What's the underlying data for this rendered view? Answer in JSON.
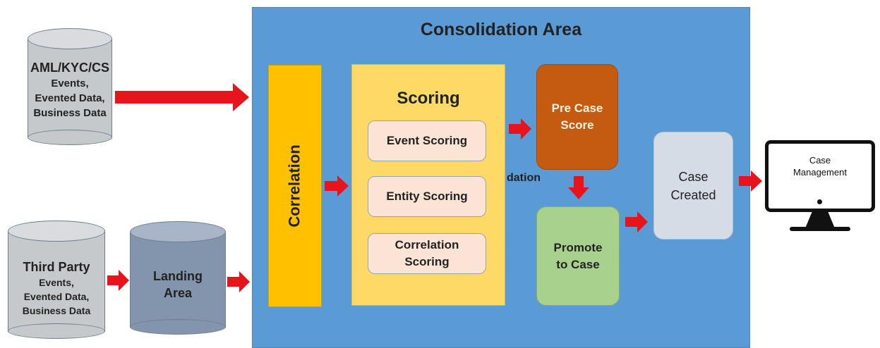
{
  "sources": {
    "aml": {
      "title": "AML/KYC/CS",
      "lines": [
        "Events,",
        "Evented Data,",
        "Business Data"
      ]
    },
    "third_party": {
      "title": "Third Party",
      "lines": [
        "Events,",
        "Evented Data,",
        "Business Data"
      ]
    },
    "landing": {
      "lines": [
        "Landing",
        "Area"
      ]
    }
  },
  "consolidation": {
    "title": "Consolidation Area",
    "correlation": "Correlation",
    "scoring": {
      "title": "Scoring",
      "items": [
        "Event Scoring",
        "Entity Scoring",
        "Correlation Scoring"
      ]
    },
    "partial_text": "dation",
    "pre_case_score": [
      "Pre Case",
      "Score"
    ],
    "promote": [
      "Promote",
      "to Case"
    ],
    "case_created": [
      "Case",
      "Created"
    ]
  },
  "case_management": [
    "Case",
    "Management"
  ],
  "colors": {
    "consolidation": "#5b9bd5",
    "correlation": "#ffc000",
    "scoring": "#ffd966",
    "pre_case": "#c55a11",
    "promote": "#a9d18e",
    "case_created": "#d6dce5",
    "arrow": "#e8141c"
  },
  "icons": [
    "database-icon",
    "monitor-icon",
    "arrow-icon"
  ]
}
